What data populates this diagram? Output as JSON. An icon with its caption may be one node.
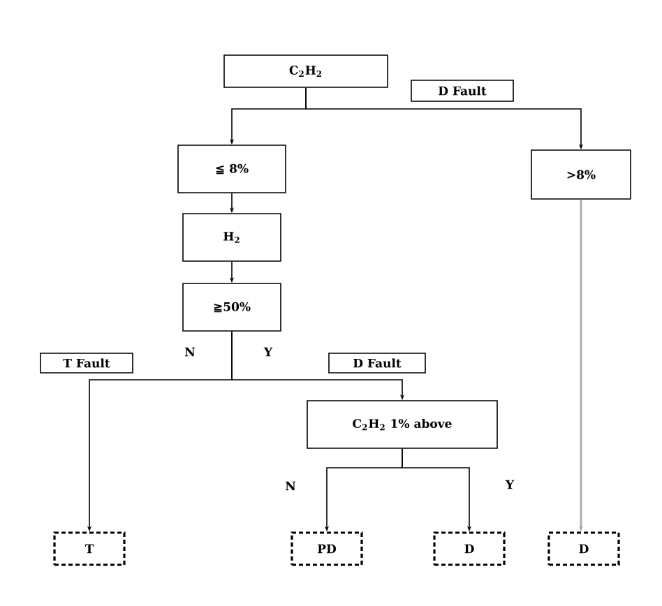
{
  "diagram": {
    "nodes": [
      {
        "text": [
          "C$_{2}$H$_{2}$"
        ]
      },
      {
        "text": [
          "D Fault"
        ]
      },
      {
        "text": [
          "≦ 8%"
        ]
      },
      {
        "text": [
          ">8%"
        ]
      },
      {
        "text": [
          "H$_{2}$"
        ]
      },
      {
        "text": [
          "≧50%"
        ]
      },
      {
        "text": [
          "T Fault"
        ]
      },
      {
        "text": [
          "D Fault"
        ]
      },
      {
        "text": [
          "C$_{2}$H$_{2}$ 1% above"
        ]
      },
      {
        "text": [
          "T"
        ]
      },
      {
        "text": [
          "PD"
        ]
      },
      {
        "text": [
          "D"
        ]
      },
      {
        "text": [
          "D"
        ]
      }
    ],
    "edges": [
      {
        "from": 0,
        "to": 2,
        "arrow": "to"
      },
      {
        "from": 0,
        "to": 3,
        "arrow": "to"
      },
      {
        "from": 2,
        "to": 4,
        "arrow": "to"
      },
      {
        "from": 4,
        "to": 5,
        "arrow": "to"
      },
      {
        "from": 5,
        "to": 9,
        "arrow": "to",
        "label": "N"
      },
      {
        "from": 5,
        "to": 8,
        "arrow": "to",
        "label": "Y"
      },
      {
        "from": 8,
        "to": 10,
        "arrow": "to",
        "label": "N"
      },
      {
        "from": 8,
        "to": 11,
        "arrow": "to",
        "label": "Y"
      },
      {
        "from": 3,
        "to": 12,
        "arrow": "to",
        "color": "#aaaaaa"
      }
    ]
  }
}
